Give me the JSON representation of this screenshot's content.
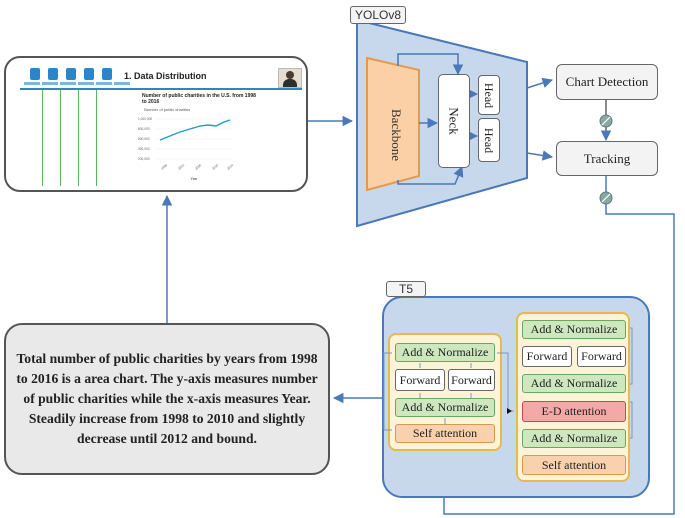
{
  "labels": {
    "yolov8": "YOLOv8",
    "backbone": "Backbone",
    "neck": "Neck",
    "head": "Head",
    "chart_detection": "Chart Detection",
    "tracking": "Tracking",
    "t5": "T5",
    "add_normalize": "Add & Normalize",
    "forward": "Forward",
    "self_attention": "Self attention",
    "ed_attention": "E-D attention"
  },
  "slide": {
    "title": "1. Data Distribution",
    "chart_title": "Number of public charities in the U.S. from 1998 to 2016",
    "chart_subtitle": "Number of public charities",
    "x_label": "Year",
    "y_ticks": [
      "1,000,000",
      "800,000",
      "600,000",
      "400,000",
      "200,000"
    ],
    "x_ticks": [
      "1998",
      "2002",
      "2006",
      "2010",
      "2014"
    ]
  },
  "output_text": "Total number of public charities by years from 1998 to 2016 is a area chart. The y-axis measures number of public charities while the x-axis measures Year. Steadily increase from 1998 to 2010 and slightly decrease until 2012 and bound.",
  "colors": {
    "yolo_fill": "#c7d8ed",
    "backbone_fill": "#fbd0a6",
    "arrow": "#4a78b8",
    "green_box": "#cde7bf",
    "red_box": "#f4a8a8",
    "orange_box": "#f9d2ad"
  }
}
